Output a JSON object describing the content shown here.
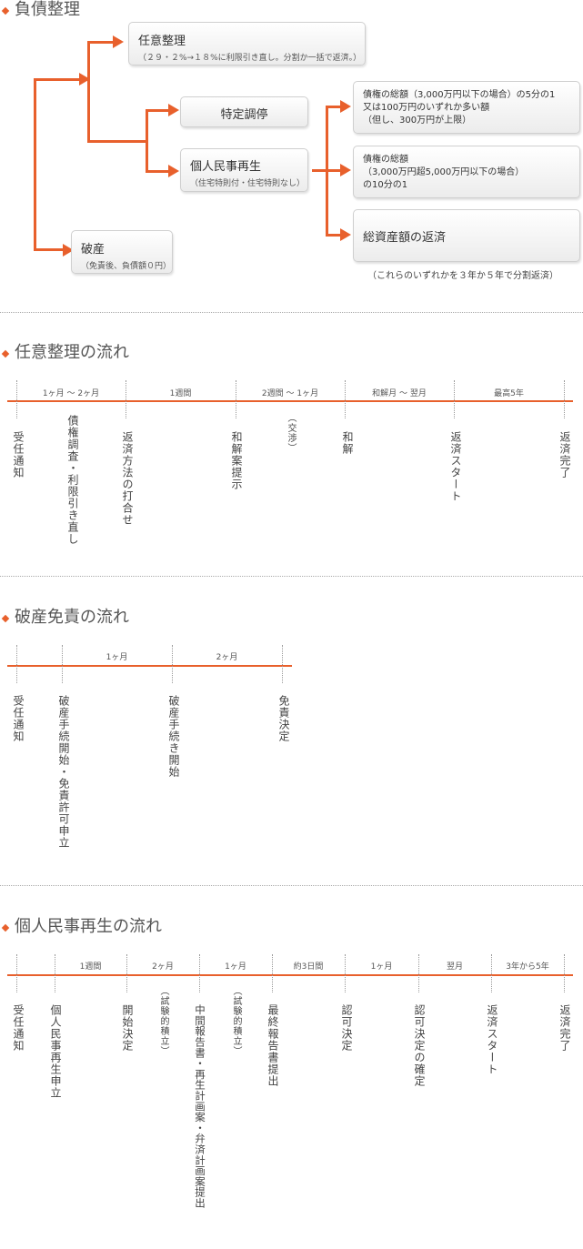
{
  "sections": {
    "debt": "負債整理",
    "nini": "任意整理の流れ",
    "hasan": "破産免責の流れ",
    "kojin": "個人民事再生の流れ"
  },
  "diagram": {
    "nini_box": {
      "title": "任意整理",
      "sub": "（２９・２%→１８%に利限引き直し。分割か一括で返済。）"
    },
    "tokutei_box": {
      "title": "特定調停"
    },
    "kojin_box": {
      "title": "個人民事再生",
      "sub": "（住宅特則付・住宅特則なし）"
    },
    "hasan_box": {
      "title": "破産",
      "sub": "（免責後、負債額０円）"
    },
    "opt1": [
      "債権の総額（3,000万円以下の場合）の5分の1",
      "又は100万円のいずれか多い額",
      "（但し、300万円が上限）"
    ],
    "opt2": [
      "債権の総額",
      "（3,000万円超5,000万円以下の場合）",
      "の10分の1"
    ],
    "opt3": "総資産額の返済",
    "note": "（これらのいずれかを３年か５年で分割返済）"
  },
  "nini_flow": {
    "segments": [
      "1ヶ月 〜 2ヶ月",
      "1週間",
      "2週間 〜 1ヶ月",
      "和解月 〜 翌月",
      "最高5年"
    ],
    "steps": [
      "受任通知",
      "債権調査・利限引き直し",
      "返済方法の打合せ",
      "和解案提示",
      "（交渉）",
      "和解",
      "返済スタート",
      "返済完了"
    ]
  },
  "hasan_flow": {
    "segments": [
      "1ヶ月",
      "2ヶ月"
    ],
    "steps": [
      "受任通知",
      "破産手続開始・免責許可申立",
      "破産手続き開始",
      "免責決定"
    ]
  },
  "kojin_flow": {
    "segments": [
      "1週間",
      "2ヶ月",
      "1ヶ月",
      "約3日間",
      "1ヶ月",
      "翌月",
      "3年から5年"
    ],
    "steps": [
      "受任通知",
      "個人民事再生申立",
      "開始決定",
      "（試験的積立）",
      "中間報告書・再生計画案・弁済計画案提出",
      "（試験的積立）",
      "最終報告書提出",
      "認可決定",
      "認可決定の確定",
      "返済スタート",
      "返済完了"
    ]
  },
  "colors": {
    "accent": "#e8602c",
    "text": "#444444"
  }
}
